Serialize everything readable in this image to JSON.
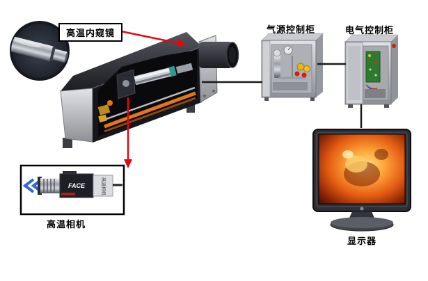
{
  "scene": {
    "type": "equipment-connection-diagram",
    "background": "#ffffff"
  },
  "labels": {
    "endoscope": "高温内窥镜",
    "air_cabinet": "气源控制柜",
    "electric_cabinet": "电气控制柜",
    "camera": "高温相机",
    "monitor": "显示器"
  },
  "camera_unit": {
    "brand_text": "FACE",
    "side_text": "高温相机"
  },
  "colors": {
    "red_line": "#e30613",
    "black_line": "#1a1a1a",
    "rail_orange": "#e2761a",
    "pcb_green": "#2f7a2f",
    "furnace_glow": "#f08020"
  },
  "connections": [
    {
      "from": "endoscope-photo",
      "to": "housing-rear-cylinder",
      "style": "red-arrow"
    },
    {
      "from": "housing-interior",
      "to": "camera-box",
      "style": "red-arrow"
    },
    {
      "from": "housing",
      "to": "air-cabinet",
      "style": "black-cable"
    },
    {
      "from": "air-cabinet",
      "to": "electric-cabinet",
      "style": "black-cable"
    },
    {
      "from": "electric-cabinet",
      "to": "monitor",
      "style": "black-cable"
    }
  ]
}
